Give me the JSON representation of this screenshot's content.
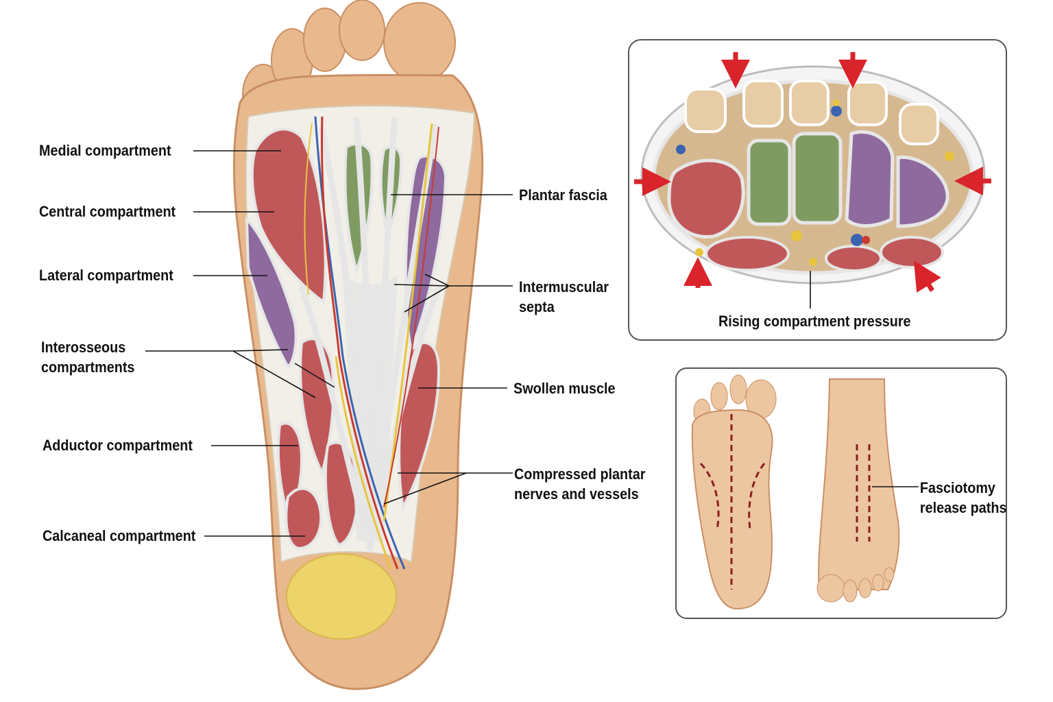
{
  "colors": {
    "skin": "#e8b98d",
    "skin_dark": "#c98f63",
    "medial_muscle": "#c0585a",
    "central_muscle": "#7f9b62",
    "lateral_muscle": "#8e6a9e",
    "fascia": "#e6e6e6",
    "fat_pad": "#ecd46a",
    "nerve": "#e8c43c",
    "artery": "#c93a30",
    "vein": "#3a63b0",
    "arrow": "#d8242a",
    "incision": "#8c1c22"
  },
  "icons": {
    "pressure_arrow": "arrow-icon",
    "incision": "dashed-line"
  },
  "labels": {
    "medial": "Medial compartment",
    "central": "Central compartment",
    "lateral": "Lateral compartment",
    "interosseous": [
      "Interosseous",
      "compartments"
    ],
    "adductor": "Adductor compartment",
    "calcaneal": "Calcaneal compartment",
    "plantar_fascia": "Plantar fascia",
    "septa": [
      "Intermuscular",
      "septa"
    ],
    "swollen": "Swollen muscle",
    "compressed": [
      "Compressed plantar",
      "nerves and vessels"
    ]
  },
  "inset_cross_section": {
    "caption": "Rising compartment pressure"
  },
  "inset_fasciotomy": {
    "caption": [
      "Fasciotomy",
      "release paths"
    ]
  }
}
